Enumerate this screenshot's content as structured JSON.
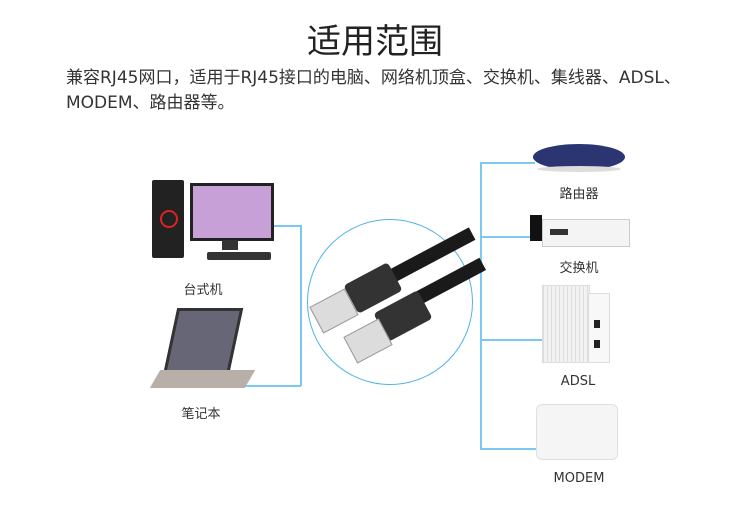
{
  "title": "适用范围",
  "description": "兼容RJ45网口，适用于RJ45接口的电脑、网络机顶盒、交换机、集线器、ADSL、MODEM、路由器等。",
  "devices_left": [
    {
      "label": "台式机"
    },
    {
      "label": "笔记本"
    }
  ],
  "devices_right": [
    {
      "label": "路由器"
    },
    {
      "label": "交换机"
    },
    {
      "label": "ADSL"
    },
    {
      "label": "MODEM"
    }
  ],
  "colors": {
    "line": "#7cc8ee",
    "circle": "#4fb3e8"
  }
}
